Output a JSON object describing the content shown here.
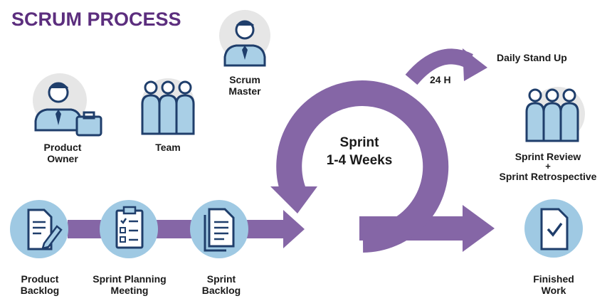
{
  "title": "SCRUM PROCESS",
  "roles": {
    "product_owner": [
      "Product",
      "Owner"
    ],
    "team": "Team",
    "scrum_master": [
      "Scrum",
      "Master"
    ]
  },
  "sprint": {
    "line1": "Sprint",
    "line2": "1-4 Weeks",
    "cycle_label": "24 H",
    "daily_standup": "Daily Stand Up"
  },
  "review": {
    "line1": "Sprint Review",
    "plus": "+",
    "line2": "Sprint Retrospective"
  },
  "steps": {
    "product_backlog": [
      "Product",
      "Backlog"
    ],
    "sprint_planning": [
      "Sprint Planning",
      "Meeting"
    ],
    "sprint_backlog": [
      "Sprint",
      "Backlog"
    ],
    "finished_work": [
      "Finished",
      "Work"
    ]
  },
  "colors": {
    "purple": "#8566a6",
    "title_purple": "#5c2e7e",
    "circle_blue": "#9fc9e3",
    "icon_navy": "#1f3e6b",
    "avatar_bg": "#e6e6e6"
  }
}
